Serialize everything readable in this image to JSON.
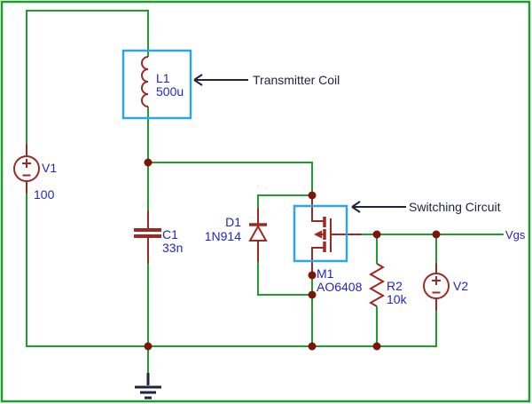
{
  "colors": {
    "wire": "#1E9E2D",
    "component": "#9D2A22",
    "junction": "#7E150D",
    "highlight": "#2BA6E9",
    "label": "#2424C9",
    "annotation": "#23233F",
    "background": "#FFFFFF"
  },
  "components": {
    "v1": {
      "name": "V1",
      "value": "100"
    },
    "l1": {
      "name": "L1",
      "value": "500u"
    },
    "c1": {
      "name": "C1",
      "value": "33n"
    },
    "d1": {
      "name": "D1",
      "value": "1N914"
    },
    "m1": {
      "name": "M1",
      "value": "AO6408"
    },
    "r2": {
      "name": "R2",
      "value": "10k"
    },
    "v2": {
      "name": "V2"
    }
  },
  "net_labels": {
    "vgs": "Vgs"
  },
  "annotations": {
    "transmitter_coil": "Transmitter Coil",
    "switching_circuit": "Switching Circuit"
  }
}
